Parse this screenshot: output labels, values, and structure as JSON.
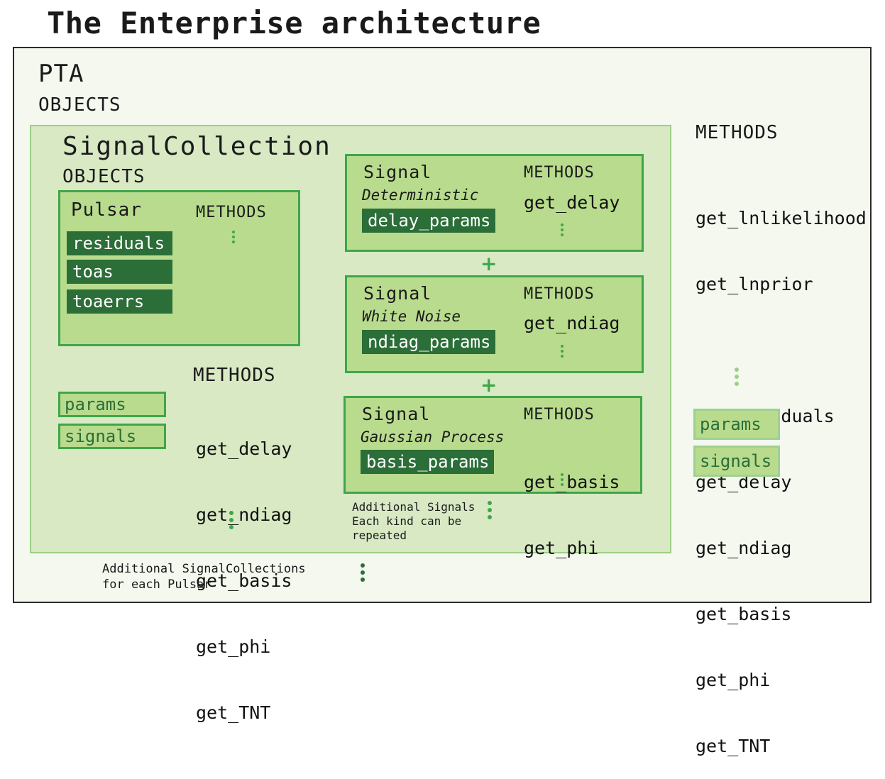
{
  "title": "The Enterprise architecture",
  "pta": {
    "name": "PTA",
    "objects_label": "OBJECTS",
    "methods_label": "METHODS",
    "methods": [
      "get_lnlikelihood",
      "get_lnprior",
      "",
      "get_residuals",
      "get_delay",
      "get_ndiag",
      "get_basis",
      "get_phi",
      "get_TNT"
    ],
    "attributes": [
      "params",
      "signals"
    ]
  },
  "signal_collection": {
    "name": "SignalCollection",
    "objects_label": "OBJECTS",
    "methods_label": "METHODS",
    "methods": [
      "get_delay",
      "get_ndiag",
      "get_basis",
      "get_phi",
      "get_TNT"
    ],
    "attributes": [
      "params",
      "signals"
    ],
    "pulsar": {
      "name": "Pulsar",
      "methods_label": "METHODS",
      "attributes": [
        "residuals",
        "toas",
        "toaerrs"
      ]
    },
    "signals": [
      {
        "name": "Signal",
        "kind": "Deterministic",
        "param": "delay_params",
        "methods_label": "METHODS",
        "methods": [
          "get_delay"
        ]
      },
      {
        "name": "Signal",
        "kind": "White Noise",
        "param": "ndiag_params",
        "methods_label": "METHODS",
        "methods": [
          "get_ndiag"
        ]
      },
      {
        "name": "Signal",
        "kind": "Gaussian Process",
        "param": "basis_params",
        "methods_label": "METHODS",
        "methods": [
          "get_basis",
          "get_phi"
        ]
      }
    ],
    "plus": "+",
    "additional_signals_note": "Additional Signals\nEach kind can be\nrepeated"
  },
  "additional_collections_note": "Additional SignalCollections\nfor each Pulsar",
  "colors": {
    "dark_green": "#2b6e38",
    "mid_green": "#3fa64a",
    "light_green": "#b8db8d",
    "pale_green": "#d8e9c4",
    "background": "#f4f8ef"
  }
}
